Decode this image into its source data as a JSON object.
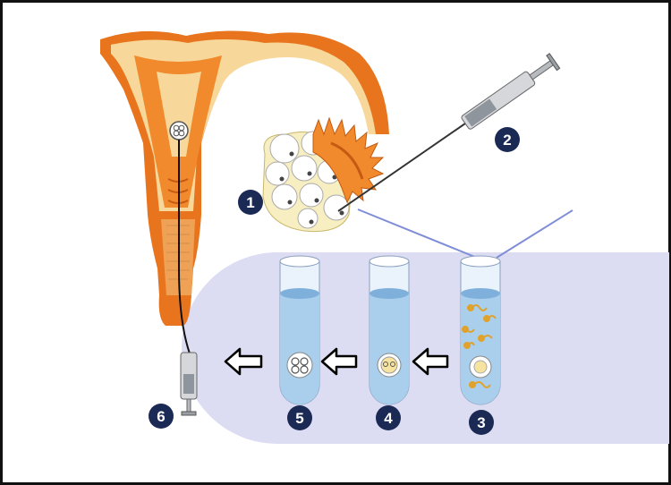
{
  "colors": {
    "frame": "#111111",
    "uterus_outer": "#e8741e",
    "uterus_inner": "#f7d89a",
    "uterus_dark": "#c45a14",
    "lab_panel": "#dcdcf2",
    "tube_liquid": "#a9cfec",
    "tube_liquid_dark": "#7fb0dc",
    "badge": "#1a2a55",
    "arrow_line": "#7f8ed6",
    "sperm": "#e0a22a"
  },
  "steps": [
    {
      "number": "1",
      "name": "ovarian-follicles"
    },
    {
      "number": "2",
      "name": "egg-retrieval-syringe"
    },
    {
      "number": "3",
      "name": "fertilization-tube"
    },
    {
      "number": "4",
      "name": "zygote-tube"
    },
    {
      "number": "5",
      "name": "embryo-tube"
    },
    {
      "number": "6",
      "name": "embryo-transfer-syringe"
    }
  ],
  "icons": {
    "flow_arrow": "left-arrow-icon",
    "egg": "egg-cell-icon",
    "sperm": "sperm-icon",
    "embryo": "embryo-icon"
  }
}
